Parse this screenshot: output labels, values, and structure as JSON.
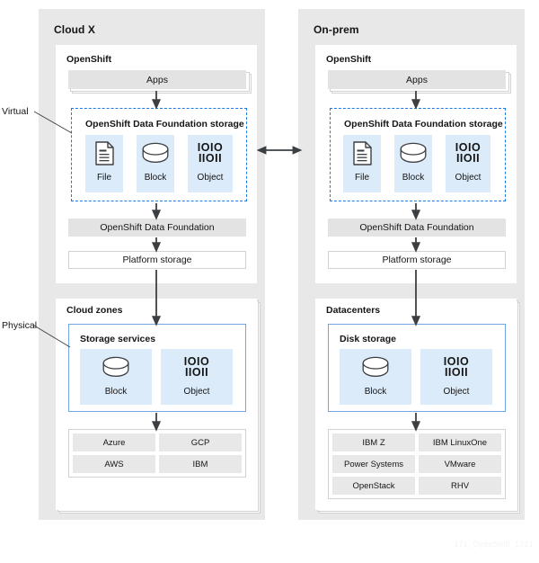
{
  "diagram": {
    "watermark": "171_OpenShift_1221",
    "axis_labels": [
      {
        "name": "virtual",
        "text": "Virtual"
      },
      {
        "name": "physical",
        "text": "Physical"
      }
    ],
    "link_arrow": "bidirectional-arrow"
  },
  "colors": {
    "panel_bg": "#e8e8e8",
    "card_bg": "#ffffff",
    "box_grey": "#e3e3e3",
    "tile_blue": "#dcebf9",
    "dashed_blue": "#1f7ae0",
    "solid_blue": "#73a6dd",
    "text": "#151515",
    "arrow": "#3c3f42"
  },
  "environments": [
    {
      "id": "cloud",
      "title": "Cloud X",
      "virtual": {
        "title": "OpenShift",
        "apps_label": "Apps",
        "storage_region": {
          "title": "OpenShift Data Foundation storage",
          "tiles": [
            {
              "label": "File",
              "icon": "document-icon"
            },
            {
              "label": "Block",
              "icon": "cylinder-icon"
            },
            {
              "label": "Object",
              "icon": "binary-icon",
              "glyph_top": "IOIO",
              "glyph_bottom": "IIOII"
            }
          ]
        },
        "odf_label": "OpenShift Data Foundation",
        "platform_storage_label": "Platform storage"
      },
      "physical": {
        "title": "Cloud zones",
        "services_region": {
          "title": "Storage services",
          "tiles": [
            {
              "label": "Block",
              "icon": "cylinder-icon"
            },
            {
              "label": "Object",
              "icon": "binary-icon",
              "glyph_top": "IOIO",
              "glyph_bottom": "IIOII"
            }
          ]
        },
        "platforms": [
          "Azure",
          "GCP",
          "AWS",
          "IBM"
        ]
      }
    },
    {
      "id": "onprem",
      "title": "On-prem",
      "virtual": {
        "title": "OpenShift",
        "apps_label": "Apps",
        "storage_region": {
          "title": "OpenShift Data Foundation storage",
          "tiles": [
            {
              "label": "File",
              "icon": "document-icon"
            },
            {
              "label": "Block",
              "icon": "cylinder-icon"
            },
            {
              "label": "Object",
              "icon": "binary-icon",
              "glyph_top": "IOIO",
              "glyph_bottom": "IIOII"
            }
          ]
        },
        "odf_label": "OpenShift Data Foundation",
        "platform_storage_label": "Platform storage"
      },
      "physical": {
        "title": "Datacenters",
        "services_region": {
          "title": "Disk storage",
          "tiles": [
            {
              "label": "Block",
              "icon": "cylinder-icon"
            },
            {
              "label": "Object",
              "icon": "binary-icon",
              "glyph_top": "IOIO",
              "glyph_bottom": "IIOII"
            }
          ]
        },
        "platforms": [
          "IBM Z",
          "IBM LinuxOne",
          "Power Systems",
          "VMware",
          "OpenStack",
          "RHV"
        ]
      }
    }
  ]
}
